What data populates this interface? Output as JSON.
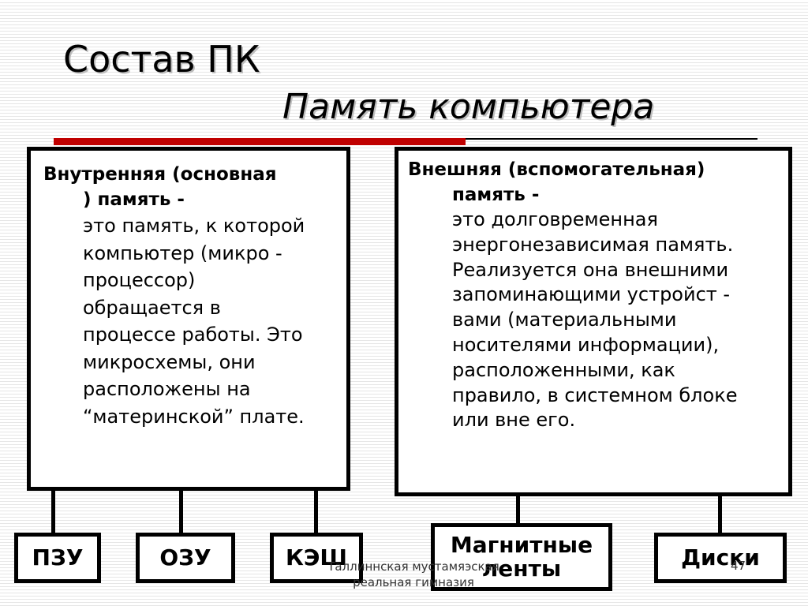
{
  "slide": {
    "title": "Состав ПК",
    "subtitle": "Память компьютера",
    "accent_color": "#c00000"
  },
  "internal_memory": {
    "term_line1": "Внутренняя (основная",
    "term_line2": ") память -",
    "definition_lines": [
      "это память, к которой",
      "компьютер (микро -",
      "процессор)",
      "обращается в",
      "процессе работы. Это",
      "микросхемы, они",
      "расположены на",
      "“материнской” плате."
    ]
  },
  "external_memory": {
    "term_line1": "Внешняя (вспомогательная)",
    "term_line2": "память -",
    "definition_lines": [
      "это долговременная",
      "энергонезависимая память.",
      "Реализуется  она внешними",
      "запоминающими устройст -",
      "вами (материальными",
      "носителями информации),",
      "расположенными, как",
      "правило, в системном блоке",
      "или вне его."
    ]
  },
  "internal_types": [
    "ПЗУ",
    "ОЗУ",
    "КЭШ"
  ],
  "external_types": [
    "Магнитные ленты",
    "Диски"
  ],
  "footer": {
    "text": "Таллиннская мустамяэская реальная гимназия",
    "page_number": "47"
  }
}
